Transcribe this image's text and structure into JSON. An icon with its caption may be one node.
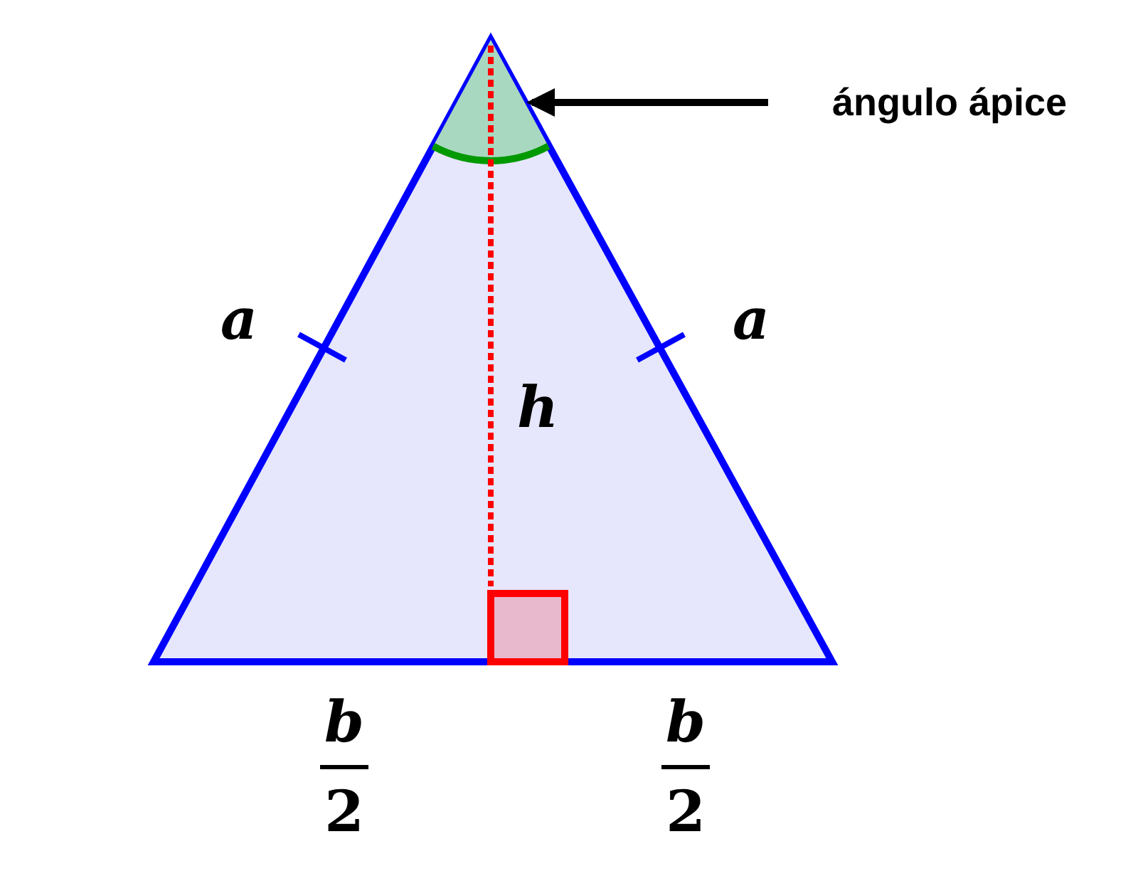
{
  "diagram": {
    "nodes": [
      {
        "text": [
          "ángulo ápice"
        ]
      },
      {
        "text": [],
        "shape": "picture"
      }
    ],
    "edges": [
      {
        "from": 0,
        "to": 1,
        "arrow": "to"
      }
    ],
    "labels": [
      "a",
      "a",
      "h",
      "b",
      "2",
      "b",
      "2"
    ]
  }
}
